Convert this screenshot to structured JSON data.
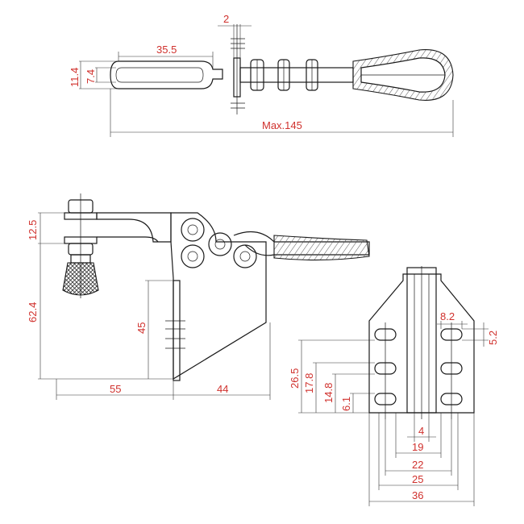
{
  "dimensions": {
    "top_view": {
      "pin_width": "2",
      "slot_length": "35.5",
      "handle_height": "11.4",
      "slot_height": "7.4",
      "max_length": "Max.145"
    },
    "side_view": {
      "spindle_height": "12.5",
      "overall_height": "62.4",
      "bracket_height": "45",
      "arm_reach": "55",
      "base_length": "44"
    },
    "base_view": {
      "slot_width": "8.2",
      "slot_height": "5.2",
      "row_top": "26.5",
      "row_middle": "17.8",
      "row_gap": "14.8",
      "row_bottom": "6.1",
      "web_gap": "4",
      "inner_span": "19",
      "slot_span": "22",
      "outer_span": "25",
      "overall_width": "36"
    }
  }
}
